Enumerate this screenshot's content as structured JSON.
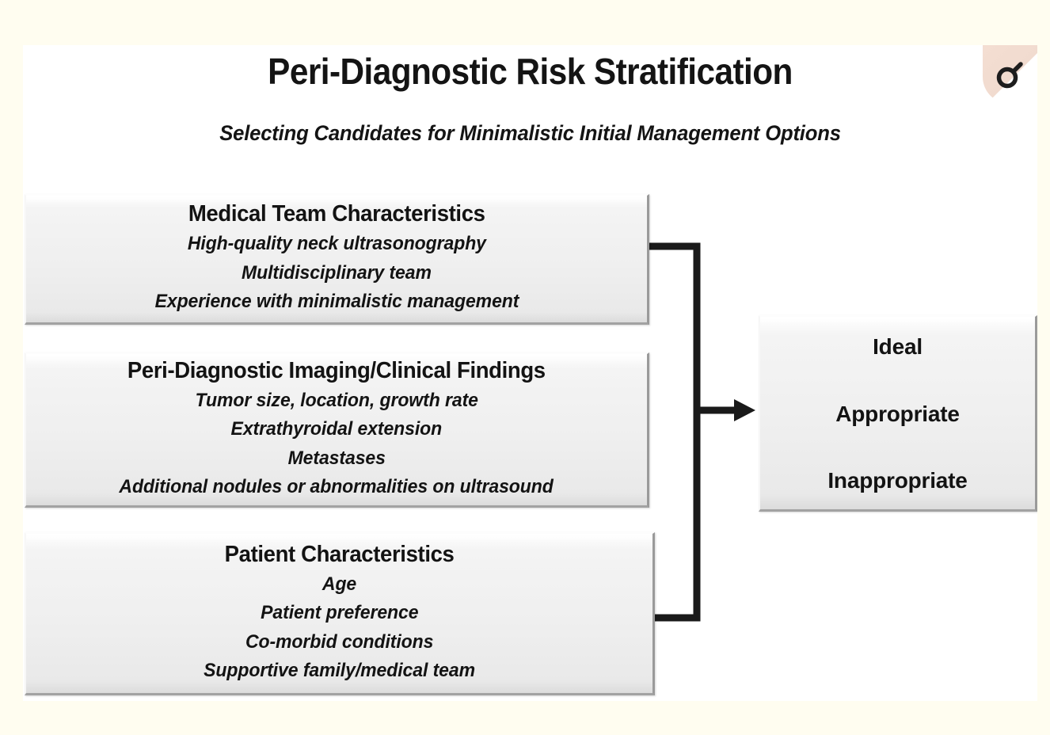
{
  "figure": {
    "title": "Peri-Diagnostic Risk Stratification",
    "subtitle": "Selecting Candidates for Minimalistic Initial Management Options",
    "badge_icon": "mars-symbol-icon",
    "colors": {
      "page_background": "#FFFDF0",
      "card_background": "#FFFFFF",
      "box_fill": "#EFEFEF",
      "box_shadow_edge": "#9A9A9A",
      "text": "#131313",
      "connector": "#1A1A1A",
      "badge_background": "#F2DCD0"
    }
  },
  "boxes": [
    {
      "id": "medical-team",
      "title": "Medical Team Characteristics",
      "lines": [
        "High-quality neck ultrasonography",
        "Multidisciplinary  team",
        "Experience with minimalistic management"
      ]
    },
    {
      "id": "peri-diagnostic-imaging",
      "title": "Peri-Diagnostic Imaging/Clinical Findings",
      "lines": [
        "Tumor size, location, growth rate",
        "Extrathyroidal  extension",
        "Metastases",
        "Additional nodules or abnormalities  on ultrasound"
      ]
    },
    {
      "id": "patient",
      "title": "Patient Characteristics",
      "lines": [
        "Age",
        "Patient preference",
        "Co-morbid conditions",
        "Supportive family/medical team"
      ]
    }
  ],
  "outcome": {
    "id": "candidacy-outcome",
    "options": [
      "Ideal",
      "Appropriate",
      "Inappropriate"
    ]
  },
  "connector": {
    "type": "merge-bracket-arrow",
    "description": "Bracket joining the three input boxes into a single right-pointing arrow toward the outcome box"
  }
}
